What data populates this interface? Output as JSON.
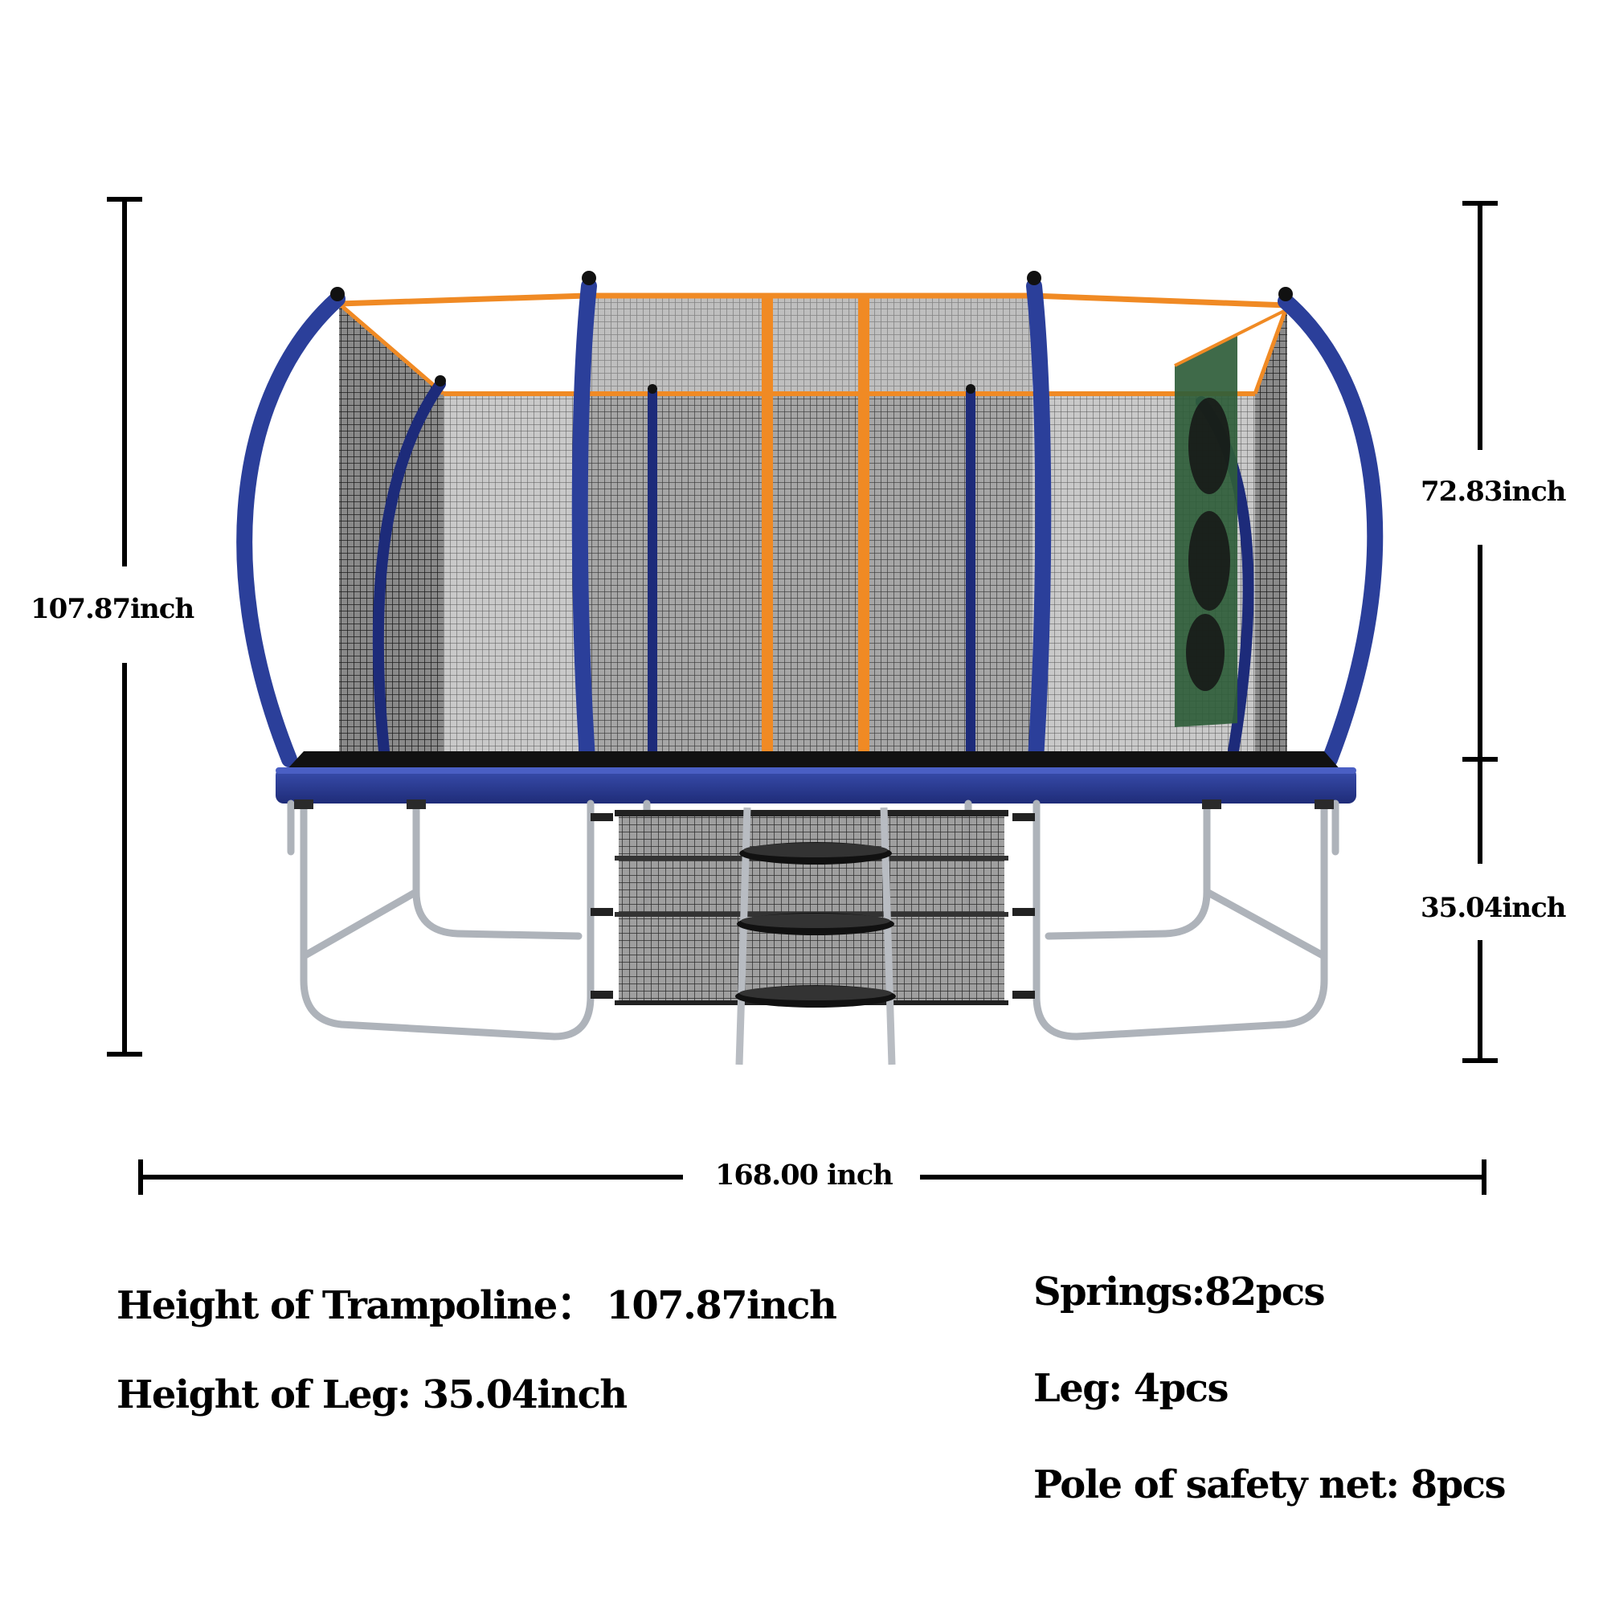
{
  "dimensions": {
    "total_height": "107.87inch",
    "enclosure_height": "72.83inch",
    "leg_height": "35.04inch",
    "length": "168.00 inch"
  },
  "specs": {
    "height_trampoline": "Height of Trampoline：  107.87inch",
    "height_leg": "Height of Leg: 35.04inch",
    "springs": "Springs:82pcs",
    "leg_count": "Leg: 4pcs",
    "net_poles": "Pole of safety net: 8pcs"
  },
  "colors": {
    "frame_blue": "#2b3f9a",
    "net_orange": "#f08a24",
    "target_green": "#2f5d3a",
    "steel": "#b8bcc2",
    "net_dark": "#3a3a3a"
  }
}
